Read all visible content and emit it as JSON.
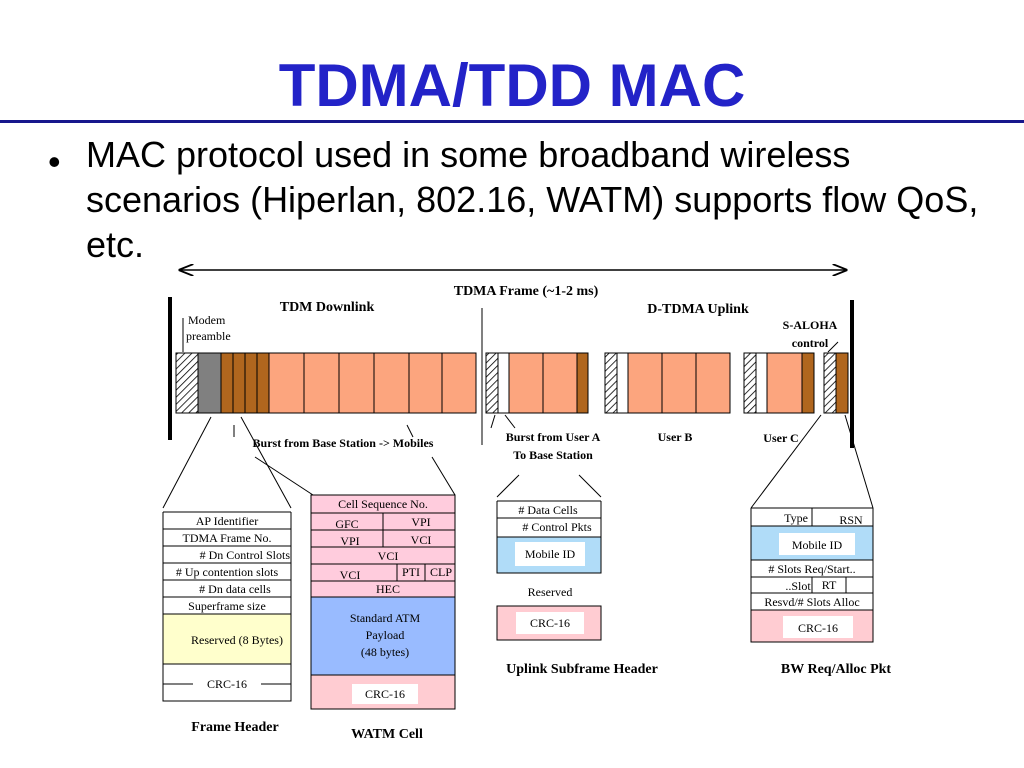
{
  "title": "TDMA/TDD MAC",
  "bullet": "MAC protocol used in some broadband wireless scenarios (Hiperlan, 802.16, WATM) supports flow QoS, etc.",
  "colors": {
    "title": "#2323c8",
    "slot": "#fca57e",
    "control": "#b0661e",
    "preamble": "#808080",
    "yellow": "#ffffcc",
    "blue": "#99ccff",
    "pink": "#ffccd2",
    "atm_header": "#ffccdd",
    "atm_payload": "#99bbff"
  },
  "diagram": {
    "frame_label": "TDMA Frame (~1-2 ms)",
    "downlink_label": "TDM Downlink",
    "uplink_label": "D-TDMA Uplink",
    "modem_preamble": [
      "Modem",
      "preamble"
    ],
    "saloha": [
      "S-ALOHA",
      "control"
    ],
    "burst_bs": "Burst from Base Station -> Mobiles",
    "burst_user_a": [
      "Burst from User A",
      "To Base Station"
    ],
    "user_b": "User B",
    "user_c": "User C",
    "frame_header": {
      "caption": "Frame Header",
      "rows": [
        "AP Identifier",
        "TDMA Frame No.",
        "# Dn Control Slots",
        "# Up contention slots",
        "# Dn data cells",
        "Superframe size"
      ],
      "reserved": "Reserved (8 Bytes)",
      "crc": "CRC-16"
    },
    "watm": {
      "caption": "WATM Cell",
      "seq": "Cell Sequence No.",
      "gfc": "GFC",
      "vpi": "VPI",
      "vci": "VCI",
      "pti": "PTI",
      "clp": "CLP",
      "hec": "HEC",
      "payload": [
        "Standard ATM",
        "Payload",
        "(48 bytes)"
      ],
      "crc": "CRC-16"
    },
    "uplink_header": {
      "caption": "Uplink Subframe Header",
      "data_cells": "# Data Cells",
      "control_pkts": "# Control Pkts",
      "mobile_id": "Mobile ID",
      "reserved": "Reserved",
      "crc": "CRC-16"
    },
    "bw_req": {
      "caption": "BW Req/Alloc Pkt",
      "type": "Type",
      "rsn": "RSN",
      "mobile_id": "Mobile ID",
      "slots_req": "# Slots Req/Start..",
      "slot": "..Slot",
      "rt": "RT",
      "resvd": "Resvd/# Slots Alloc",
      "crc": "CRC-16"
    }
  }
}
